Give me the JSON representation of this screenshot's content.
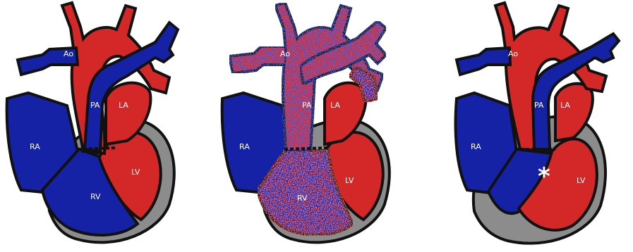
{
  "colors": {
    "outline": "#111111",
    "pericardium": "#8c8c8c",
    "oxygenated": "#d42727",
    "deoxygenated": "#1622a6",
    "label": "#ffffff"
  },
  "panels": [
    {
      "labels": {
        "ao": "Ao",
        "pa": "PA",
        "la": "LA",
        "ra": "RA",
        "lv": "LV",
        "rv": "RV"
      }
    },
    {
      "labels": {
        "ao": "Ao",
        "pa": "PA",
        "la": "LA",
        "ra": "RA",
        "lv": "LV",
        "rv": "RV"
      }
    },
    {
      "labels": {
        "ao": "Ao",
        "pa": "PA",
        "la": "LA",
        "ra": "RA",
        "lv": "LV"
      },
      "marker": "*"
    }
  ]
}
